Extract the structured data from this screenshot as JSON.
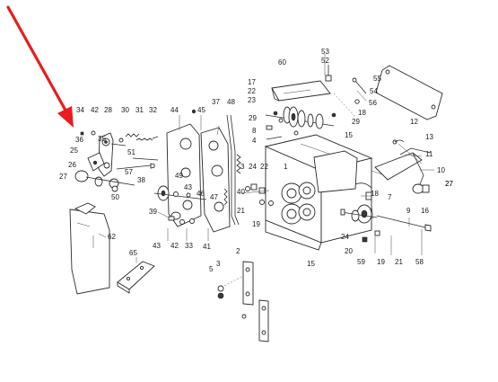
{
  "diagram": {
    "arrow_color": "#e81c1c",
    "labels": [
      {
        "id": "l53",
        "text": "53"
      },
      {
        "id": "l52",
        "text": "52"
      },
      {
        "id": "l60",
        "text": "60"
      },
      {
        "id": "l55",
        "text": "55"
      },
      {
        "id": "l54",
        "text": "54"
      },
      {
        "id": "l56",
        "text": "56"
      },
      {
        "id": "l17",
        "text": "17"
      },
      {
        "id": "l22",
        "text": "22"
      },
      {
        "id": "l23",
        "text": "23"
      },
      {
        "id": "l18a",
        "text": "18"
      },
      {
        "id": "l29a",
        "text": "29"
      },
      {
        "id": "l29b",
        "text": "29"
      },
      {
        "id": "l12",
        "text": "12"
      },
      {
        "id": "l8",
        "text": "8"
      },
      {
        "id": "l15a",
        "text": "15"
      },
      {
        "id": "l4",
        "text": "4"
      },
      {
        "id": "l1",
        "text": "1"
      },
      {
        "id": "l13",
        "text": "13"
      },
      {
        "id": "l11",
        "text": "11"
      },
      {
        "id": "l10",
        "text": "10"
      },
      {
        "id": "l27a",
        "text": "27"
      },
      {
        "id": "l3a",
        "text": "3"
      },
      {
        "id": "l24a",
        "text": "24"
      },
      {
        "id": "l22b",
        "text": "22"
      },
      {
        "id": "l34",
        "text": "34"
      },
      {
        "id": "l42a",
        "text": "42"
      },
      {
        "id": "l28",
        "text": "28"
      },
      {
        "id": "l30",
        "text": "30"
      },
      {
        "id": "l31",
        "text": "31"
      },
      {
        "id": "l32",
        "text": "32"
      },
      {
        "id": "l44",
        "text": "44"
      },
      {
        "id": "l45",
        "text": "45"
      },
      {
        "id": "l37",
        "text": "37"
      },
      {
        "id": "l48",
        "text": "48"
      },
      {
        "id": "l36",
        "text": "36"
      },
      {
        "id": "l35",
        "text": "35"
      },
      {
        "id": "l25",
        "text": "25"
      },
      {
        "id": "l26",
        "text": "26"
      },
      {
        "id": "l27b",
        "text": "27"
      },
      {
        "id": "l51",
        "text": "51"
      },
      {
        "id": "l57",
        "text": "57"
      },
      {
        "id": "l50",
        "text": "50"
      },
      {
        "id": "l49",
        "text": "49"
      },
      {
        "id": "l38",
        "text": "38"
      },
      {
        "id": "l43a",
        "text": "43"
      },
      {
        "id": "l46",
        "text": "46"
      },
      {
        "id": "l47",
        "text": "47"
      },
      {
        "id": "l40",
        "text": "40"
      },
      {
        "id": "l21a",
        "text": "21"
      },
      {
        "id": "l19a",
        "text": "19"
      },
      {
        "id": "l39",
        "text": "39"
      },
      {
        "id": "l43b",
        "text": "43"
      },
      {
        "id": "l42b",
        "text": "42"
      },
      {
        "id": "l33",
        "text": "33"
      },
      {
        "id": "l41",
        "text": "41"
      },
      {
        "id": "l62",
        "text": "62"
      },
      {
        "id": "l65",
        "text": "65"
      },
      {
        "id": "l2",
        "text": "2"
      },
      {
        "id": "l3b",
        "text": "3"
      },
      {
        "id": "l5",
        "text": "5"
      },
      {
        "id": "l15b",
        "text": "15"
      },
      {
        "id": "l7",
        "text": "7"
      },
      {
        "id": "l9",
        "text": "9"
      },
      {
        "id": "l16",
        "text": "16"
      },
      {
        "id": "l18b",
        "text": "18"
      },
      {
        "id": "l24b",
        "text": "24"
      },
      {
        "id": "l20",
        "text": "20"
      },
      {
        "id": "l59",
        "text": "59"
      },
      {
        "id": "l19b",
        "text": "19"
      },
      {
        "id": "l21b",
        "text": "21"
      },
      {
        "id": "l58",
        "text": "58"
      },
      {
        "id": "l27c",
        "text": "27"
      }
    ]
  }
}
